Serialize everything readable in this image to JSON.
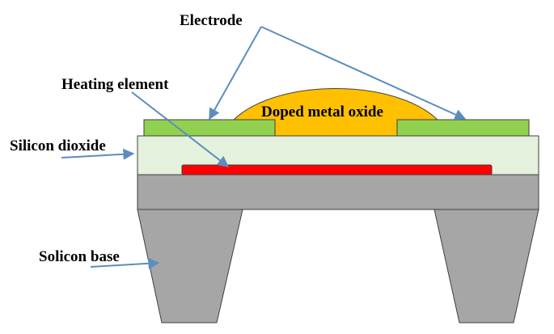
{
  "labels": {
    "electrode": "Electrode",
    "heating_element": "Heating element",
    "silicon_dioxide": "Silicon dioxide",
    "doped_metal_oxide": "Doped metal oxide",
    "silicon_base": "Solicon base"
  },
  "colors": {
    "silicon_base": "#A6A6A6",
    "silicon_dioxide": "#E4F1DC",
    "electrode": "#92D050",
    "metal_oxide": "#FFC000",
    "heater": "#FF0000",
    "arrow": "#5B8DBE",
    "outline": "#404040"
  }
}
